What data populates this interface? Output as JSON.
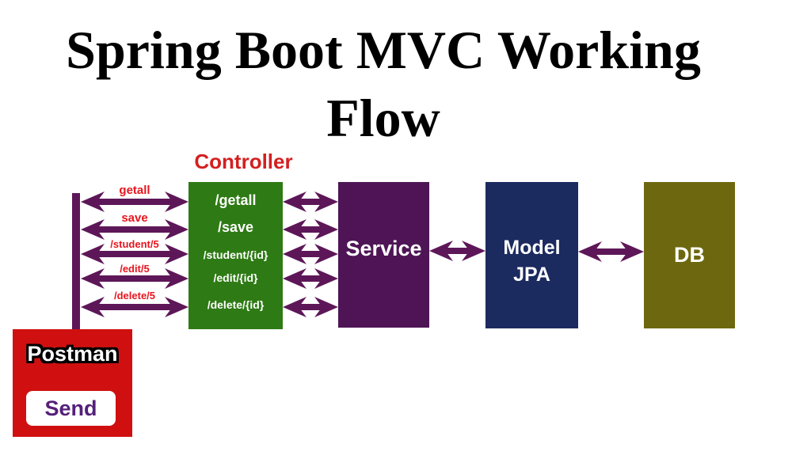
{
  "title": {
    "lines": [
      "Spring Boot MVC Working",
      "Flow"
    ]
  },
  "controller": {
    "heading": "Controller",
    "routes": [
      "/getall",
      "/save",
      "/student/{id}",
      "/edit/{id}",
      "/delete/{id}"
    ]
  },
  "requests": [
    {
      "label": "getall"
    },
    {
      "label": "save"
    },
    {
      "label": "/student/5"
    },
    {
      "label": "/edit/5"
    },
    {
      "label": "/delete/5"
    }
  ],
  "service": {
    "label": "Service"
  },
  "model": {
    "lines": [
      "Model",
      "JPA"
    ]
  },
  "db": {
    "label": "DB"
  },
  "client": {
    "name": "Postman",
    "send_label": "Send"
  },
  "colors": {
    "arrow": "#5d1758",
    "green": "#2e7a14",
    "service": "#4e1456",
    "model": "#1b2a5f",
    "db": "#6d680f",
    "client": "#d01010",
    "heading_red": "#d32020",
    "label_red": "#e8151e",
    "send_text": "#55207a",
    "box_text": "#ffffff",
    "title_text": "#000000"
  }
}
